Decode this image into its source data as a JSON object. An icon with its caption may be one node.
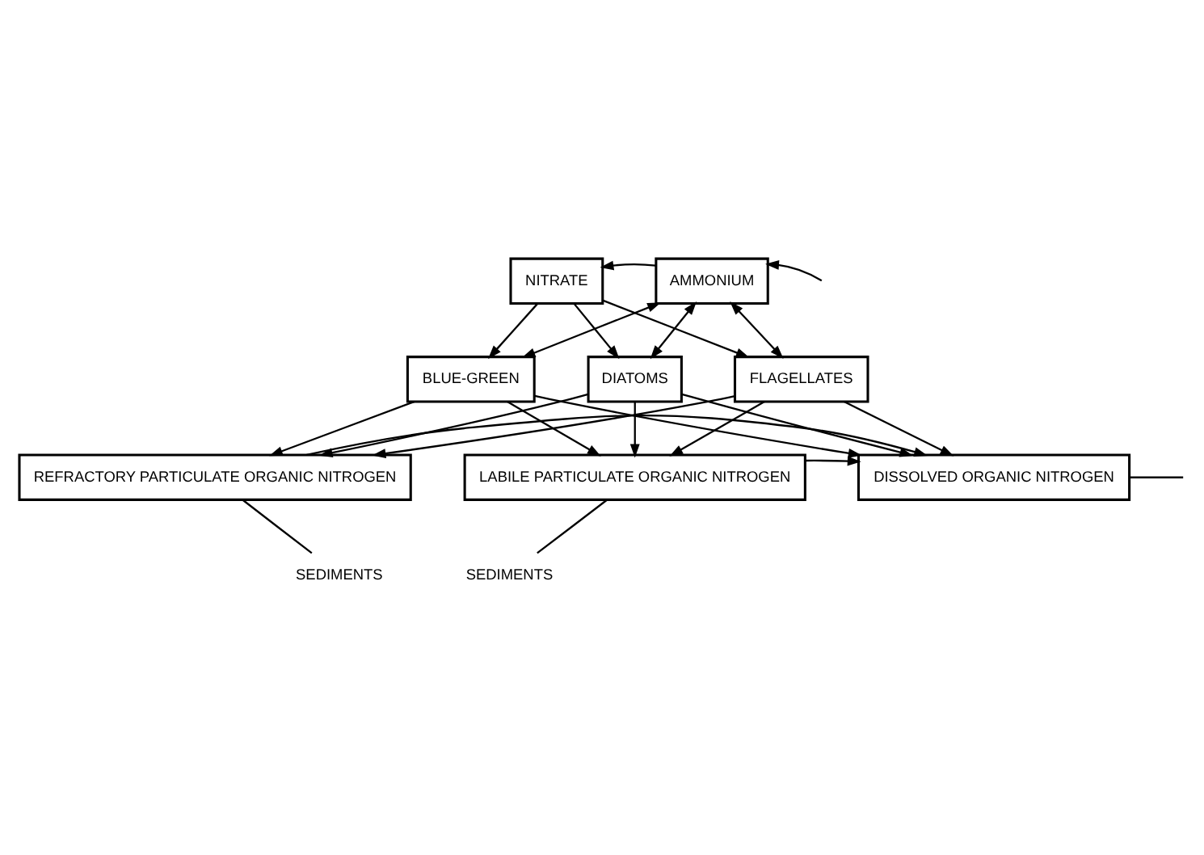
{
  "diagram": {
    "nodes": [
      {
        "text": [
          "NITRATE"
        ]
      },
      {
        "text": [
          "AMMONIUM"
        ]
      },
      {
        "text": [
          "BLUE-GREEN"
        ]
      },
      {
        "text": [
          "DIATOMS"
        ]
      },
      {
        "text": [
          "FLAGELLATES"
        ]
      },
      {
        "text": [
          "REFRACTORY PARTICULATE ORGANIC NITROGEN"
        ]
      },
      {
        "text": [
          "LABILE PARTICULATE ORGANIC NITROGEN"
        ]
      },
      {
        "text": [
          "DISSOLVED ORGANIC NITROGEN"
        ]
      },
      {
        "text": [
          "SEDIMENTS"
        ]
      },
      {
        "text": [
          "SEDIMENTS"
        ]
      }
    ],
    "edges": [
      {
        "from": null,
        "to": 1,
        "arrow": "to"
      },
      {
        "from": 1,
        "to": 0,
        "arrow": "to"
      },
      {
        "from": 0,
        "to": 2,
        "arrow": "to"
      },
      {
        "from": 0,
        "to": 3,
        "arrow": "to"
      },
      {
        "from": 0,
        "to": 4,
        "arrow": "to"
      },
      {
        "from": 1,
        "to": 2,
        "arrow": "both"
      },
      {
        "from": 1,
        "to": 3,
        "arrow": "both"
      },
      {
        "from": 1,
        "to": 4,
        "arrow": "both"
      },
      {
        "from": 2,
        "to": 5,
        "arrow": "to"
      },
      {
        "from": 2,
        "to": 6,
        "arrow": "to"
      },
      {
        "from": 2,
        "to": 7,
        "arrow": "to"
      },
      {
        "from": 3,
        "to": 5,
        "arrow": "to"
      },
      {
        "from": 3,
        "to": 6,
        "arrow": "to"
      },
      {
        "from": 3,
        "to": 7,
        "arrow": "to"
      },
      {
        "from": 4,
        "to": 5,
        "arrow": "to"
      },
      {
        "from": 4,
        "to": 6,
        "arrow": "to"
      },
      {
        "from": 4,
        "to": 7,
        "arrow": "to"
      },
      {
        "from": 6,
        "to": 7,
        "arrow": "to"
      },
      {
        "from": 7,
        "to": null,
        "arrow": "none"
      },
      {
        "from": 5,
        "to": 8,
        "arrow": "none"
      },
      {
        "from": 5,
        "to": 7,
        "arrow": "to"
      },
      {
        "from": 6,
        "to": 9,
        "arrow": "none"
      }
    ]
  }
}
